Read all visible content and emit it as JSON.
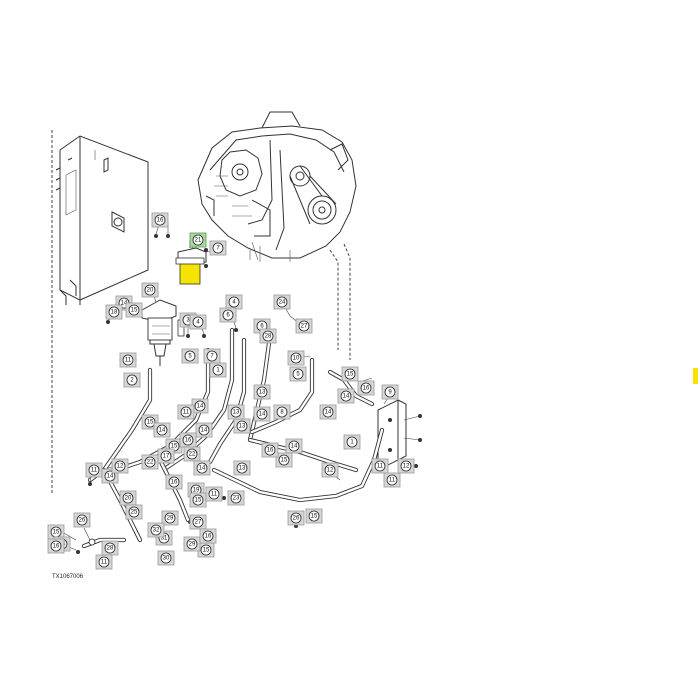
{
  "diagram": {
    "highlight_color": "#f5e400",
    "label_box_color": "#d6d6d6",
    "label_box_highlight_color": "#a8d8a0",
    "callouts": [
      {
        "id": "c21",
        "text": "21",
        "highlight": true
      },
      {
        "id": "c7a",
        "text": "7"
      },
      {
        "id": "c16a",
        "text": "16"
      },
      {
        "id": "c20",
        "text": "20"
      },
      {
        "id": "c14a",
        "text": "14"
      },
      {
        "id": "c15a",
        "text": "15"
      },
      {
        "id": "c18",
        "text": "18"
      },
      {
        "id": "c3",
        "text": "3"
      },
      {
        "id": "c4",
        "text": "4"
      },
      {
        "id": "c4b",
        "text": "4"
      },
      {
        "id": "c6a",
        "text": "6"
      },
      {
        "id": "c5a",
        "text": "5"
      },
      {
        "id": "c6b",
        "text": "6"
      },
      {
        "id": "c28",
        "text": "28"
      },
      {
        "id": "c24",
        "text": "24"
      },
      {
        "id": "c27a",
        "text": "27"
      },
      {
        "id": "c11a",
        "text": "11"
      },
      {
        "id": "c2a",
        "text": "2"
      },
      {
        "id": "c7b",
        "text": "7"
      },
      {
        "id": "c1a",
        "text": "1"
      },
      {
        "id": "c13a",
        "text": "13"
      },
      {
        "id": "c10",
        "text": "10"
      },
      {
        "id": "c5b",
        "text": "5"
      },
      {
        "id": "c15b",
        "text": "15"
      },
      {
        "id": "c16b",
        "text": "16"
      },
      {
        "id": "c9",
        "text": "9"
      },
      {
        "id": "c14b",
        "text": "14"
      },
      {
        "id": "c14c",
        "text": "14"
      },
      {
        "id": "c8",
        "text": "8"
      },
      {
        "id": "c14d",
        "text": "14"
      },
      {
        "id": "c13b",
        "text": "13"
      },
      {
        "id": "c14e",
        "text": "14"
      },
      {
        "id": "c11b",
        "text": "11"
      },
      {
        "id": "c1b",
        "text": "1"
      },
      {
        "id": "c15c",
        "text": "15"
      },
      {
        "id": "c14f",
        "text": "14"
      },
      {
        "id": "c14g",
        "text": "14"
      },
      {
        "id": "c15d",
        "text": "15"
      },
      {
        "id": "c16c",
        "text": "16"
      },
      {
        "id": "c13c",
        "text": "13"
      },
      {
        "id": "c17",
        "text": "17"
      },
      {
        "id": "c22a",
        "text": "22"
      },
      {
        "id": "c11c",
        "text": "11"
      },
      {
        "id": "c14h",
        "text": "14"
      },
      {
        "id": "c12a",
        "text": "12"
      },
      {
        "id": "c12b",
        "text": "12"
      },
      {
        "id": "c14i",
        "text": "14"
      },
      {
        "id": "c15e",
        "text": "15"
      },
      {
        "id": "c13d",
        "text": "13"
      },
      {
        "id": "c16d",
        "text": "16"
      },
      {
        "id": "c14j",
        "text": "14"
      },
      {
        "id": "c11d",
        "text": "11"
      },
      {
        "id": "c11e",
        "text": "11"
      },
      {
        "id": "c12c",
        "text": "12"
      },
      {
        "id": "c20b",
        "text": "20"
      },
      {
        "id": "c19",
        "text": "19"
      },
      {
        "id": "c23",
        "text": "23"
      },
      {
        "id": "c15f",
        "text": "15"
      },
      {
        "id": "c16e",
        "text": "16"
      },
      {
        "id": "c11f",
        "text": "11"
      },
      {
        "id": "c22b",
        "text": "22"
      },
      {
        "id": "c26",
        "text": "26"
      },
      {
        "id": "c25",
        "text": "25"
      },
      {
        "id": "c27b",
        "text": "27"
      },
      {
        "id": "c29",
        "text": "29"
      },
      {
        "id": "c31",
        "text": "31"
      },
      {
        "id": "c30",
        "text": "30"
      },
      {
        "id": "c32",
        "text": "32"
      },
      {
        "id": "c15g",
        "text": "15"
      },
      {
        "id": "c14k",
        "text": "14"
      },
      {
        "id": "c28b",
        "text": "28"
      },
      {
        "id": "c16f",
        "text": "16"
      },
      {
        "id": "c15h",
        "text": "15"
      },
      {
        "id": "c29b",
        "text": "29"
      },
      {
        "id": "c11g",
        "text": "11"
      },
      {
        "id": "c26b",
        "text": "26"
      },
      {
        "id": "c15i",
        "text": "15"
      },
      {
        "id": "c16g",
        "text": "16"
      }
    ],
    "footer_code": "TX1067006"
  }
}
